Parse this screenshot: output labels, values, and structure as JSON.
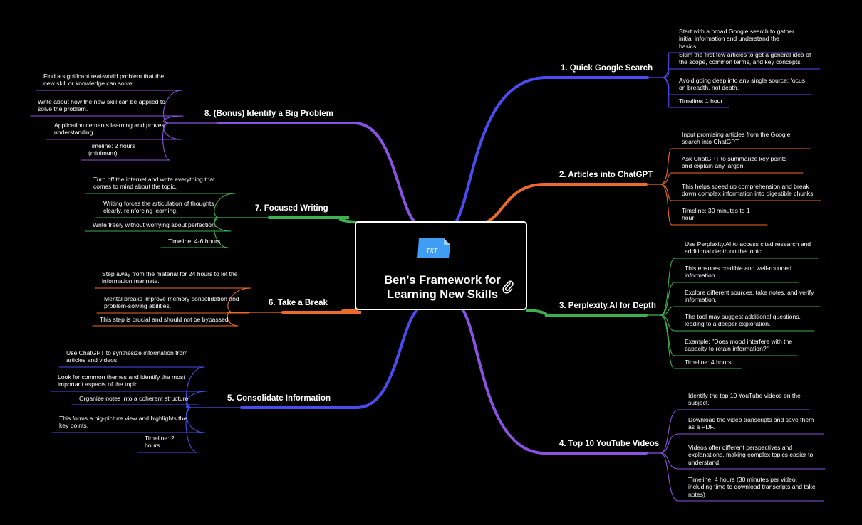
{
  "center": {
    "title_line1": "Ben's Framework for",
    "title_line2": "Learning New Skills",
    "file_label": "TXT",
    "icons": [
      "txt-file-icon",
      "paperclip-icon"
    ]
  },
  "colors": {
    "background": "#000000",
    "blue": "#4a4cf0",
    "orange": "#ee6a2a",
    "green": "#3db14f",
    "purple": "#8a52e0",
    "file_icon": "#3f9df4"
  },
  "branches": [
    {
      "label": "1. Quick Google Search",
      "color": "blue",
      "items": [
        "Start with a broad Google search to gather initial information and understand the basics.",
        "Skim the first few articles to get a general idea of the scope, common terms, and key concepts.",
        "Avoid going deep into any single source; focus on breadth, not depth.",
        "Timeline: 1 hour"
      ]
    },
    {
      "label": "2. Articles into ChatGPT",
      "color": "orange",
      "items": [
        "Input promising articles from the Google search into ChatGPT.",
        "Ask ChatGPT to summarize key points and explain any jargon.",
        "This helps speed up comprehension and break down complex information into digestible chunks.",
        "Timeline: 30 minutes to 1 hour"
      ]
    },
    {
      "label": "3. Perplexity.AI for Depth",
      "color": "green",
      "items": [
        "Use Perplexity.AI to access cited research and additional depth on the topic.",
        "This ensures credible and well-rounded information.",
        "Explore different sources, take notes, and verify information.",
        "The tool may suggest additional questions, leading to a deeper exploration.",
        "Example: \"Does mood interfere with the capacity to retain information?\"",
        "Timeline: 4 hours"
      ]
    },
    {
      "label": "4. Top 10 YouTube Videos",
      "color": "purple",
      "items": [
        "Identify the top 10 YouTube videos on the subject.",
        "Download the video transcripts and save them as a PDF.",
        "Videos offer different perspectives and explanations, making complex topics easier to understand.",
        "Timeline: 4 hours (30 minutes per video, including time to download transcripts and take notes)"
      ]
    },
    {
      "label": "5. Consolidate Information",
      "color": "blue",
      "items": [
        "Use ChatGPT to synthesize information from articles and videos.",
        "Look for common themes and identify the most important aspects of the topic.",
        "Organize notes into a coherent structure.",
        "This forms a big-picture view and highlights the key points.",
        "Timeline: 2 hours"
      ]
    },
    {
      "label": "6. Take a Break",
      "color": "orange",
      "items": [
        "Step away from the material for 24 hours to let the information marinate.",
        "Mental breaks improve memory consolidation and problem-solving abilities.",
        "This step is crucial and should not be bypassed."
      ]
    },
    {
      "label": "7. Focused Writing",
      "color": "green",
      "items": [
        "Turn off the internet and write everything that comes to mind about the topic.",
        "Writing forces the articulation of thoughts clearly, reinforcing learning.",
        "Write freely without worrying about perfection.",
        "Timeline: 4-6 hours"
      ]
    },
    {
      "label": "8. (Bonus) Identify a Big Problem",
      "color": "purple",
      "items": [
        "Find a significant real-world problem that the new skill or knowledge can solve.",
        "Write about how the new skill can be applied to solve the problem.",
        "Application cements learning and proves understanding.",
        "Timeline: 2 hours (minimum)"
      ]
    }
  ]
}
